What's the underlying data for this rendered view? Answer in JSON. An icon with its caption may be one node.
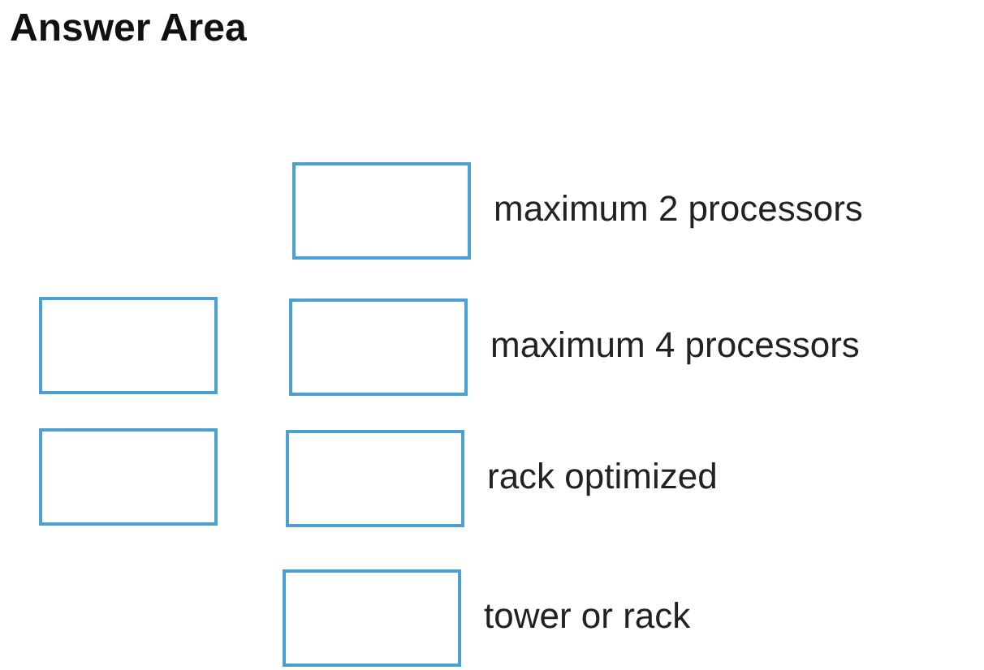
{
  "diagram": {
    "title": "Answer Area",
    "nodes": [
      {
        "text": [],
        "shape": "box",
        "beside": [
          "maximum 2 processors"
        ]
      },
      {
        "text": [],
        "shape": "box"
      },
      {
        "text": [],
        "shape": "box",
        "beside": [
          "maximum 4 processors"
        ]
      },
      {
        "text": [],
        "shape": "box"
      },
      {
        "text": [],
        "shape": "box",
        "beside": [
          "rack optimized"
        ]
      },
      {
        "text": [],
        "shape": "box",
        "beside": [
          "tower or rack"
        ]
      }
    ],
    "edges": []
  }
}
